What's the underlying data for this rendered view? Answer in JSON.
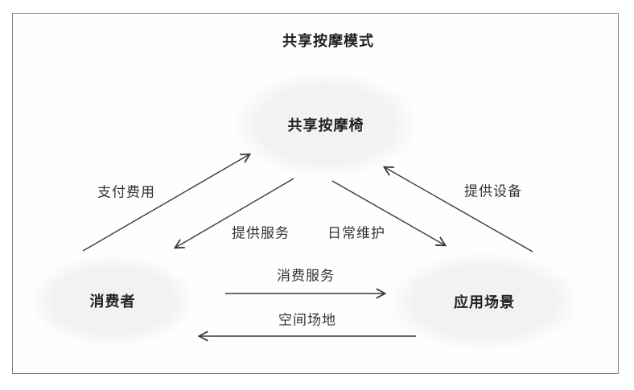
{
  "title": "共享按摩模式",
  "nodes": {
    "chair": {
      "label": "共享按摩椅"
    },
    "consumer": {
      "label": "消费者"
    },
    "scene": {
      "label": "应用场景"
    }
  },
  "edges": {
    "pay_fee": {
      "label": "支付费用",
      "from": "消费者",
      "to": "共享按摩椅"
    },
    "provide_service": {
      "label": "提供服务",
      "from": "共享按摩椅",
      "to": "消费者"
    },
    "daily_maintenance": {
      "label": "日常维护",
      "from": "共享按摩椅",
      "to": "应用场景"
    },
    "provide_equipment": {
      "label": "提供设备",
      "from": "应用场景",
      "to": "共享按摩椅"
    },
    "consume_service": {
      "label": "消费服务",
      "from": "消费者",
      "to": "应用场景"
    },
    "space_venue": {
      "label": "空间场地",
      "from": "应用场景",
      "to": "消费者"
    }
  },
  "colors": {
    "node_fill": "#f2f2f2",
    "line": "#3a3a3a",
    "frame_border": "#7f7f7f",
    "title_text": "#1f1f1f",
    "edge_label_text": "#333333"
  }
}
